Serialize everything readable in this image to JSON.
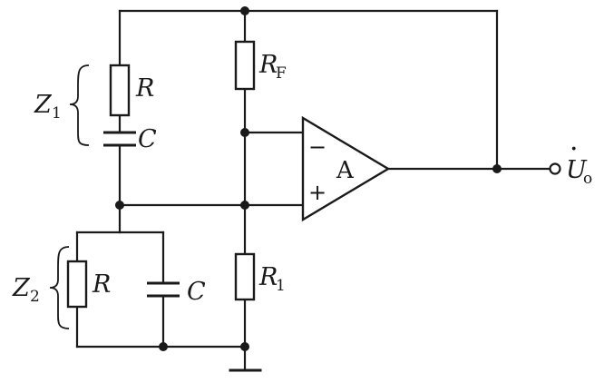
{
  "diagram": {
    "labels": {
      "z1": "Z",
      "z1_sub": "1",
      "z2": "Z",
      "z2_sub": "2",
      "r_series": "R",
      "c_series": "C",
      "r_parallel": "R",
      "c_parallel": "C",
      "rf": "R",
      "rf_sub": "F",
      "r1": "R",
      "r1_sub": "1",
      "amp": "A",
      "minus": "−",
      "plus": "+",
      "output": "U",
      "output_sub": "o",
      "output_dot": "·"
    }
  }
}
